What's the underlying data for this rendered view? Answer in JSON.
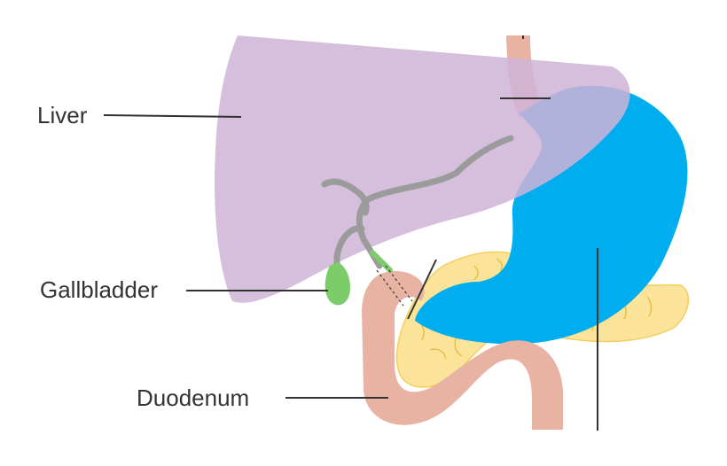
{
  "labels": {
    "liver": "Liver",
    "gallbladder": "Gallbladder",
    "duodenum": "Duodenum"
  },
  "colors": {
    "background": "#ffffff",
    "liver": "#cfb3d7",
    "stomach": "#00aeef",
    "esophagus": "#e8b3a3",
    "duodenum": "#e8b3a3",
    "pancreas": "#fbe49a",
    "gallbladder": "#7dcc6a",
    "bile_duct": "#9b9b9b",
    "leader_line": "#333333",
    "label_text": "#333333"
  }
}
